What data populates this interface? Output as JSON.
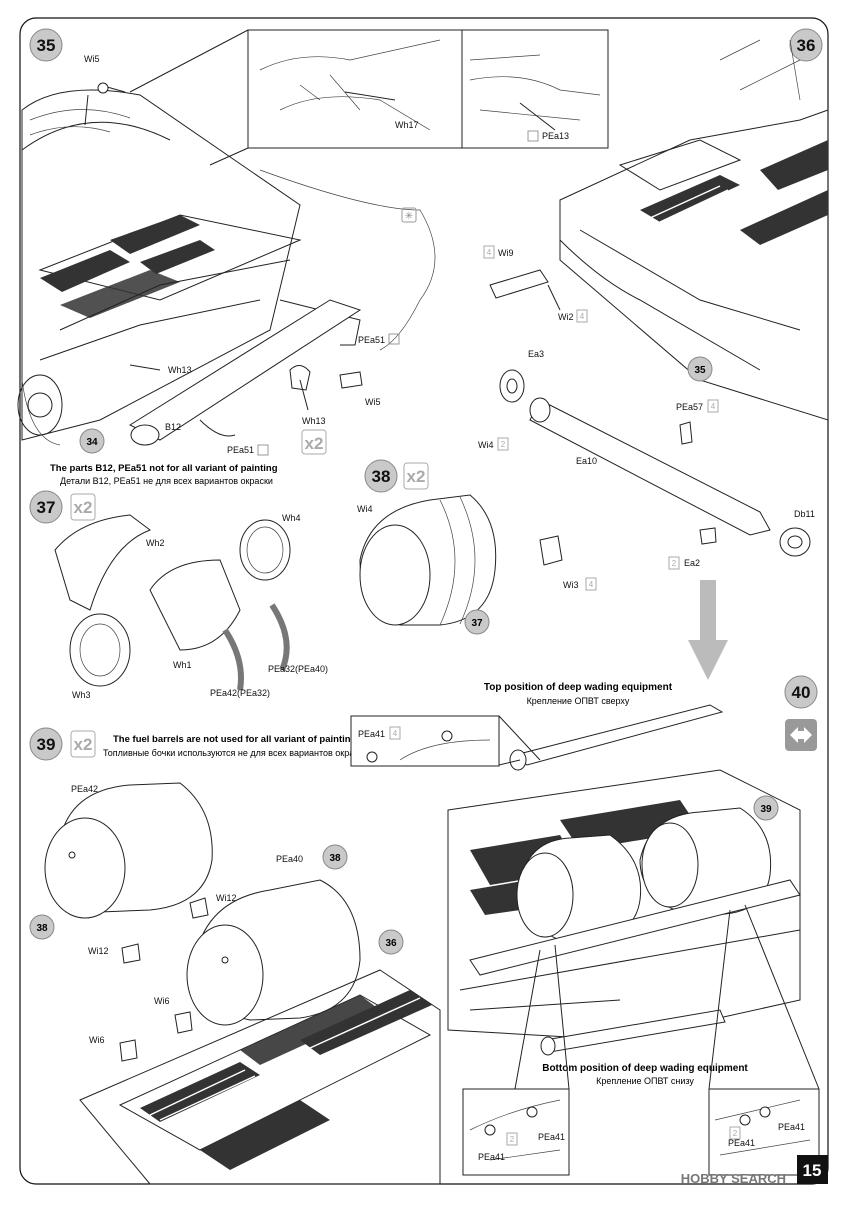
{
  "page": {
    "number": "15",
    "watermark": "HOBBY SEARCH"
  },
  "steps": [
    {
      "id": "35",
      "qty": "x2",
      "parts": {
        "wi5a": "Wi5",
        "wh17": "Wh17",
        "pea13": "PEa13",
        "pea51a": "PEa51",
        "wh13a": "Wh13",
        "wh13b": "Wh13",
        "wi5b": "Wi5",
        "b12": "B12",
        "pea51b": "PEa51"
      },
      "ref": "34",
      "note_en": "The parts B12, PEa51 not for all variant of painting",
      "note_ru": "Детали B12, PEa51 не для всех вариантов окраски"
    },
    {
      "id": "36",
      "parts": {
        "wi9": "Wi9",
        "wi2": "Wi2",
        "ea3": "Ea3",
        "ea10": "Ea10",
        "pea57": "PEa57",
        "db11": "Db11",
        "ea2": "Ea2"
      },
      "qtys": {
        "wi9": "4",
        "wi2": "4",
        "pea57": "4",
        "ea2": "2"
      },
      "ref": "35"
    },
    {
      "id": "37",
      "qty": "x2",
      "parts": {
        "wh2": "Wh2",
        "wh4": "Wh4",
        "wh1": "Wh1",
        "wh3": "Wh3",
        "pea32": "PEa32(PEa40)",
        "pea42": "PEa42(PEa32)"
      }
    },
    {
      "id": "38",
      "qty": "x2",
      "parts": {
        "wi4a": "Wi4",
        "wi4b": "Wi4",
        "wi3": "Wi3"
      },
      "qtys": {
        "wi4": "2",
        "wi3": "4"
      },
      "ref": "37"
    },
    {
      "id": "39",
      "qty": "x2",
      "parts": {
        "pea42": "PEa42",
        "pea40": "PEa40",
        "wi12a": "Wi12",
        "wi12b": "Wi12",
        "wi6a": "Wi6",
        "wi6b": "Wi6"
      },
      "refs": {
        "a": "38",
        "b": "38",
        "c": "36"
      },
      "note_en": "The fuel barrels are not used for all variant of painting",
      "note_ru": "Топливные бочки используются не для всех вариантов окраски"
    },
    {
      "id": "40",
      "ref": "39",
      "pea41a": "PEa41",
      "pea41b": "PEa41",
      "pea41c": "PEa41",
      "pea41d": "PEa41",
      "pea41e": "PEa41",
      "qtys": {
        "pea41": "4",
        "pea41b": "2",
        "pea41d": "2"
      },
      "top_en": "Top position of deep wading equipment",
      "top_ru": "Крепление ОПВТ сверху",
      "bottom_en": "Bottom position of deep wading equipment",
      "bottom_ru": "Крепление ОПВТ снизу"
    }
  ]
}
